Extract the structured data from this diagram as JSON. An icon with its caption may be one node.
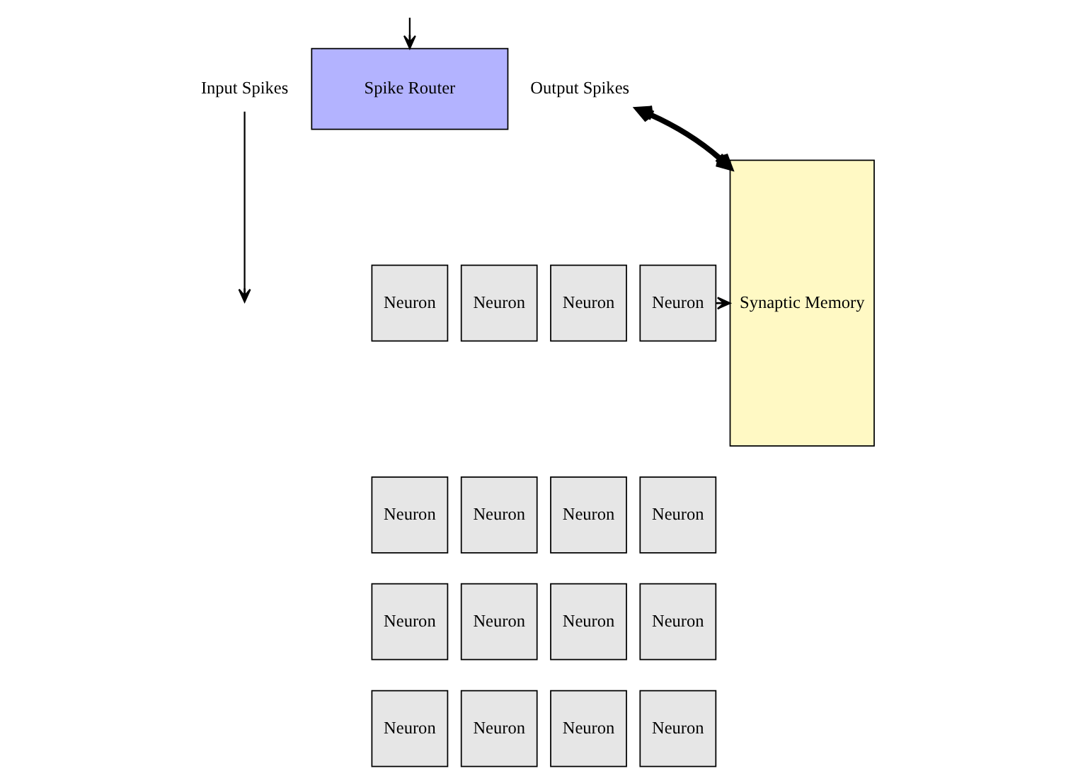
{
  "diagram": {
    "nodes": [
      {
        "text": [
          "Input Spikes"
        ]
      },
      {
        "text": [
          "Spike Router"
        ]
      },
      {
        "text": [
          "Output Spikes"
        ]
      },
      {
        "text": [
          "Synaptic Memory"
        ]
      },
      {
        "text": [
          "Neuron"
        ]
      },
      {
        "text": [
          "Neuron"
        ]
      },
      {
        "text": [
          "Neuron"
        ]
      },
      {
        "text": [
          "Neuron"
        ]
      },
      {
        "text": [
          "Neuron"
        ]
      },
      {
        "text": [
          "Neuron"
        ]
      },
      {
        "text": [
          "Neuron"
        ]
      },
      {
        "text": [
          "Neuron"
        ]
      },
      {
        "text": [
          "Neuron"
        ]
      },
      {
        "text": [
          "Neuron"
        ]
      },
      {
        "text": [
          "Neuron"
        ]
      },
      {
        "text": [
          "Neuron"
        ]
      },
      {
        "text": [
          "Neuron"
        ]
      },
      {
        "text": [
          "Neuron"
        ]
      },
      {
        "text": [
          "Neuron"
        ]
      },
      {
        "text": [
          "Neuron"
        ]
      }
    ],
    "edges": [
      {
        "from": 0,
        "to": null,
        "arrow": "to"
      },
      {
        "from": null,
        "to": 1,
        "arrow": "to"
      },
      {
        "from": 7,
        "to": 3,
        "arrow": "to"
      },
      {
        "from": 3,
        "to": 2,
        "arrow": "both",
        "style": "thick"
      }
    ]
  }
}
